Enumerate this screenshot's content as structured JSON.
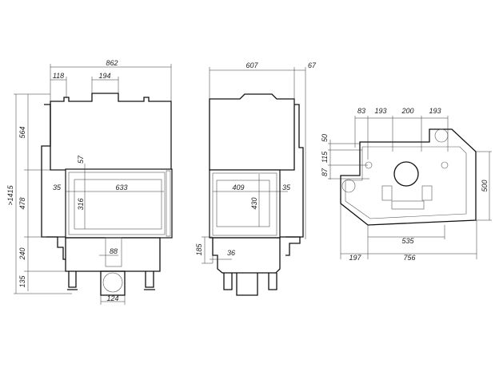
{
  "front_view": {
    "width_total": "862",
    "left_offset": "118",
    "flue_width": "194",
    "height_total": ">1415",
    "upper_height": "564",
    "door_height": "478",
    "base_height": "240",
    "leg_height": "135",
    "glass_top": "57",
    "side_margin": "35",
    "glass_width": "633",
    "glass_height": "316",
    "air_inlet": "88",
    "inlet_width": "124"
  },
  "side_view": {
    "depth": "607",
    "offset": "67",
    "glass_width": "409",
    "side_margin": "35",
    "glass_height": "430",
    "base_step": "185",
    "base_inset": "36"
  },
  "top_view": {
    "dim_83": "83",
    "dim_193_a": "193",
    "dim_200": "200",
    "dim_193_b": "193",
    "dim_50": "50",
    "dim_115": "115",
    "dim_87": "87",
    "dim_500": "500",
    "dim_535": "535",
    "dim_197": "197",
    "dim_756": "756"
  }
}
